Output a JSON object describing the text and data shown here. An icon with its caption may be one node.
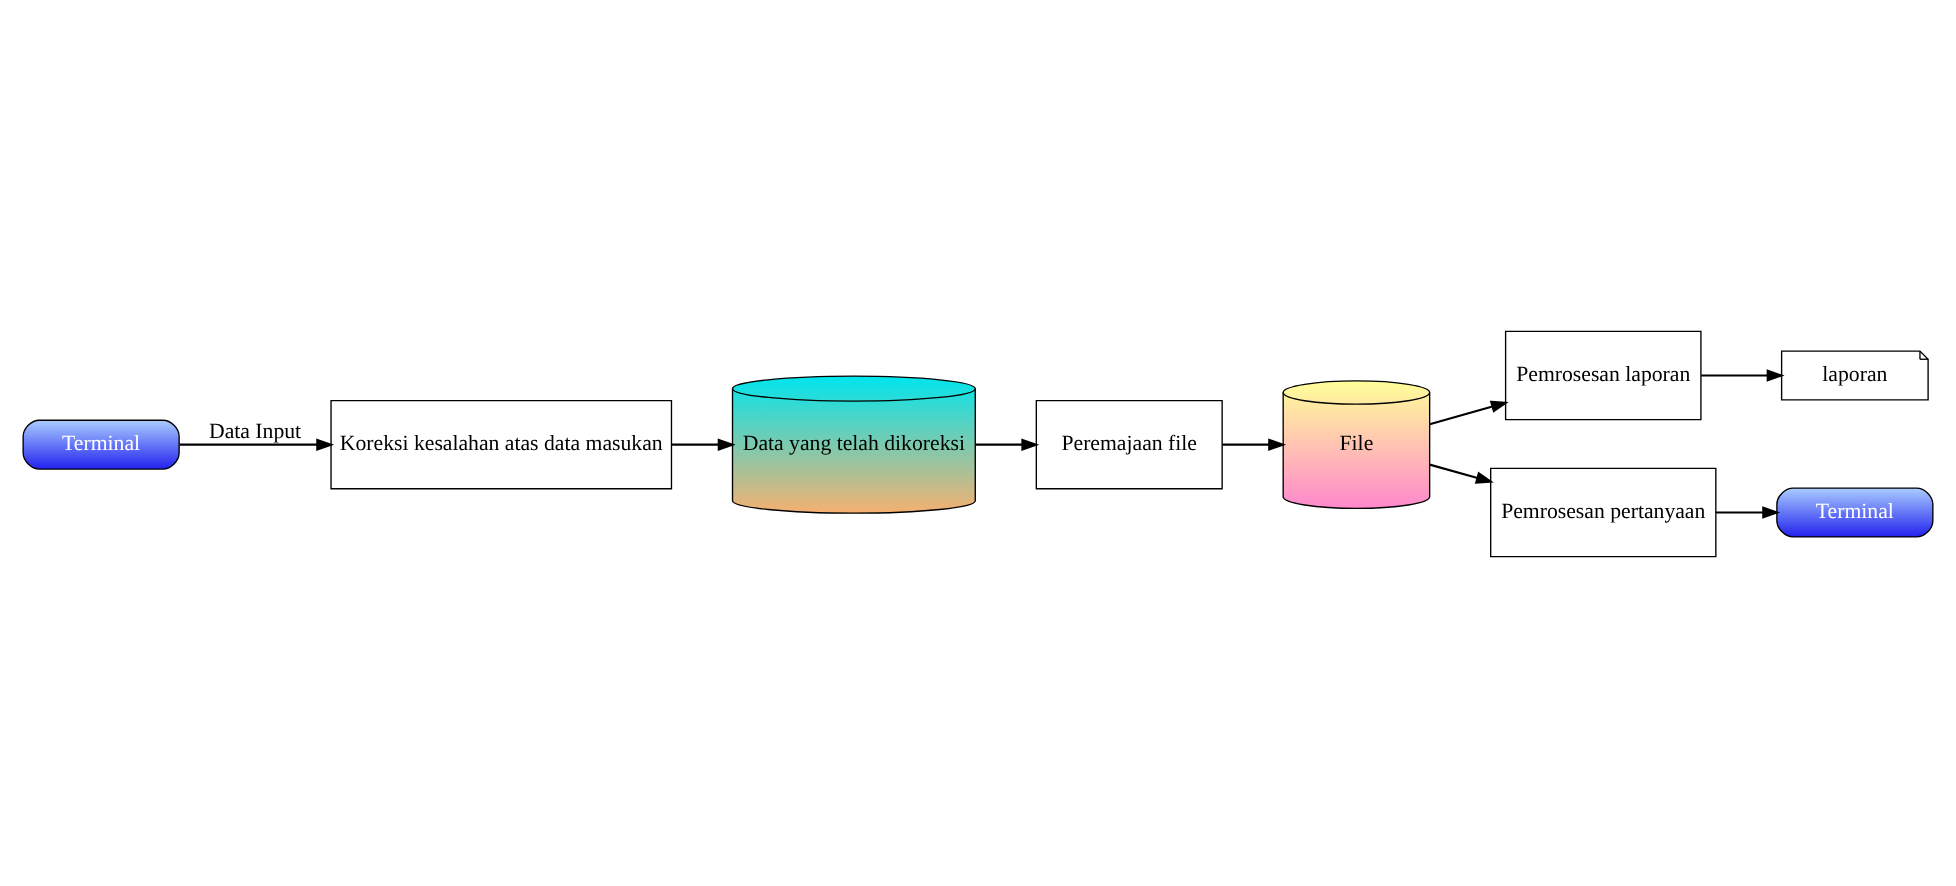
{
  "diagram": {
    "nodes": [
      {
        "text": [
          "Terminal"
        ]
      },
      {
        "text": [
          "Koreksi kesalahan atas data masukan"
        ]
      },
      {
        "text": [
          "Data yang telah dikoreksi"
        ]
      },
      {
        "text": [
          "Peremajaan file"
        ]
      },
      {
        "text": [
          "File"
        ]
      },
      {
        "text": [
          "Pemrosesan laporan"
        ]
      },
      {
        "text": [
          "laporan"
        ]
      },
      {
        "text": [
          "Pemrosesan pertanyaan"
        ]
      },
      {
        "text": [
          "Terminal"
        ]
      }
    ],
    "edges": [
      {
        "from": 0,
        "to": 1,
        "arrow": "to",
        "label": "Data Input"
      },
      {
        "from": 1,
        "to": 2,
        "arrow": "to"
      },
      {
        "from": 2,
        "to": 3,
        "arrow": "to"
      },
      {
        "from": 3,
        "to": 4,
        "arrow": "to"
      },
      {
        "from": 4,
        "to": 5,
        "arrow": "to"
      },
      {
        "from": 5,
        "to": 6,
        "arrow": "to"
      },
      {
        "from": 4,
        "to": 7,
        "arrow": "to"
      },
      {
        "from": 7,
        "to": 8,
        "arrow": "to"
      }
    ]
  }
}
